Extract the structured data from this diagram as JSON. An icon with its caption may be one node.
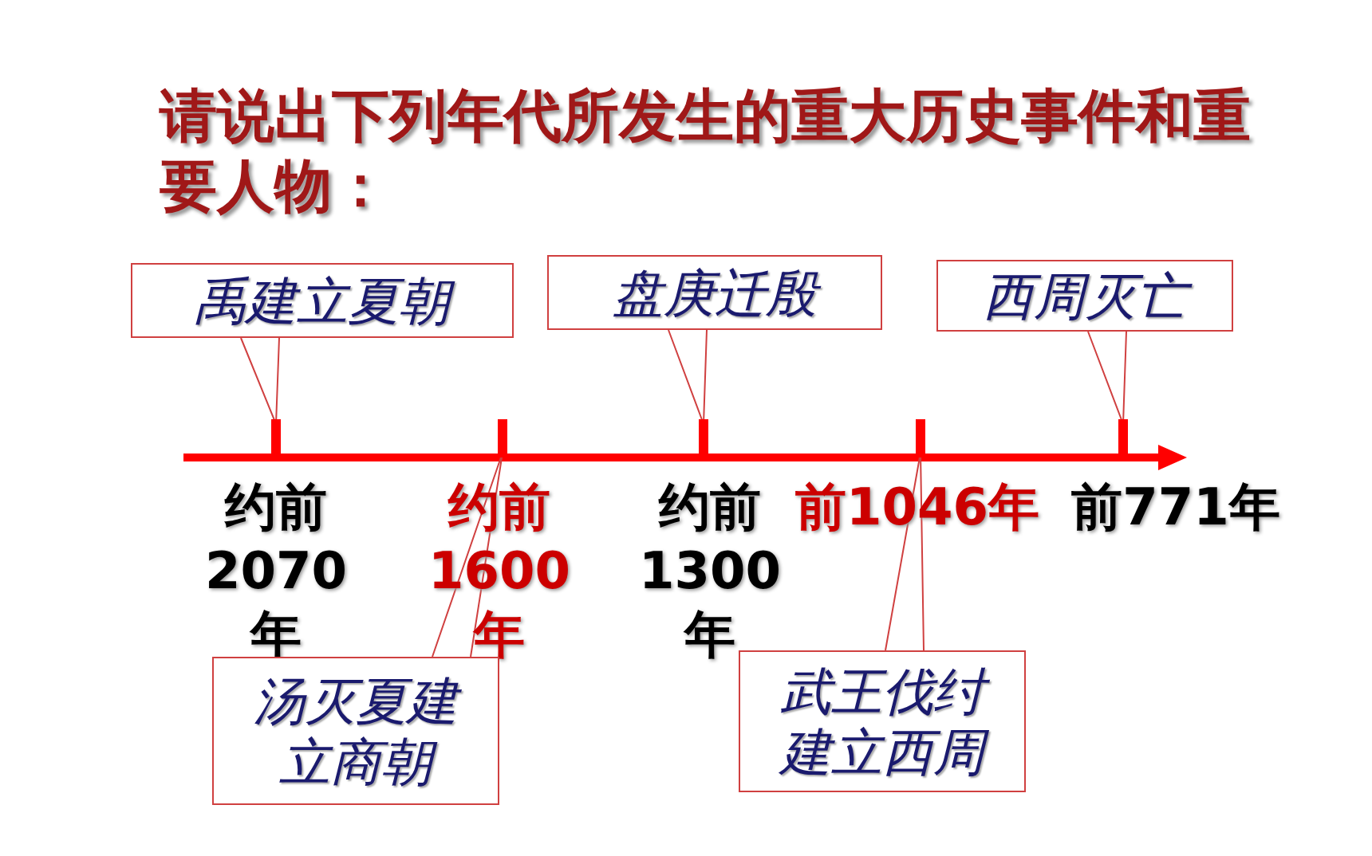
{
  "diagram": {
    "title": "请说出下列年代所发生的重大历史事件和重要人物：",
    "nodes": [
      {
        "text": [
          "禹建立夏朝"
        ]
      },
      {
        "text": [
          "盘庚迁殷"
        ]
      },
      {
        "text": [
          "西周灭亡"
        ]
      },
      {
        "text": [],
        "shape": "bar",
        "beside": [
          "约前2070年"
        ]
      },
      {
        "text": [],
        "shape": "bar",
        "beside": [
          "约前1600年"
        ]
      },
      {
        "text": [],
        "shape": "bar",
        "beside": [
          "约前1300年"
        ]
      },
      {
        "text": [],
        "shape": "bar",
        "beside": [
          "前1046年"
        ]
      },
      {
        "text": [],
        "shape": "bar",
        "beside": [
          "前771年"
        ]
      },
      {
        "text": [
          "汤灭夏建立商朝"
        ]
      },
      {
        "text": [
          "武王伐纣建立西周"
        ]
      }
    ],
    "edges": [
      {
        "from": 0,
        "to": 3,
        "arrow": "none"
      },
      {
        "from": 1,
        "to": 5,
        "arrow": "none"
      },
      {
        "from": 2,
        "to": 7,
        "arrow": "none"
      },
      {
        "from": 8,
        "to": 4,
        "arrow": "none"
      },
      {
        "from": 9,
        "to": 6,
        "arrow": "none"
      }
    ]
  }
}
